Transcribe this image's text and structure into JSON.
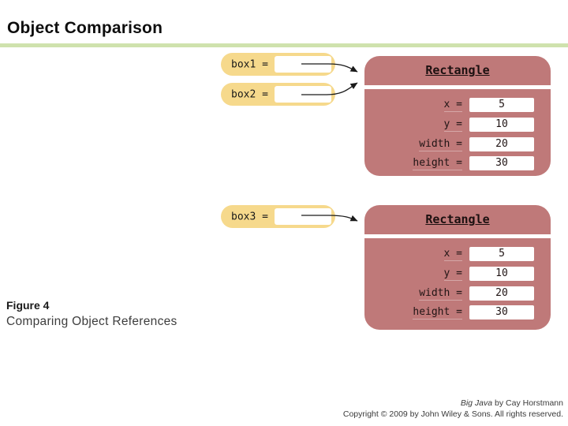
{
  "slide": {
    "title": "Object Comparison"
  },
  "diagram": {
    "references": [
      {
        "label": "box1 =",
        "points_to": "rectangle-1"
      },
      {
        "label": "box2 =",
        "points_to": "rectangle-1"
      },
      {
        "label": "box3 =",
        "points_to": "rectangle-2"
      }
    ],
    "objects": [
      {
        "class_name": "Rectangle",
        "fields": [
          {
            "name": "x =",
            "value": "5"
          },
          {
            "name": "y =",
            "value": "10"
          },
          {
            "name": "width =",
            "value": "20"
          },
          {
            "name": "height =",
            "value": "30"
          }
        ]
      },
      {
        "class_name": "Rectangle",
        "fields": [
          {
            "name": "x =",
            "value": "5"
          },
          {
            "name": "y =",
            "value": "10"
          },
          {
            "name": "width =",
            "value": "20"
          },
          {
            "name": "height =",
            "value": "30"
          }
        ]
      }
    ],
    "colors": {
      "reference_fill": "#f6d98c",
      "object_fill": "#bf7979",
      "title_rule_green": "#cfe2ad",
      "slot_fill": "#ffffff",
      "arrow": "#1a1a1a"
    }
  },
  "caption": {
    "figure_number": "Figure 4",
    "figure_title": "Comparing Object References"
  },
  "footer": {
    "book_title": "Big Java",
    "byline": " by Cay Horstmann",
    "copyright": "Copyright © 2009 by John Wiley & Sons.  All rights reserved."
  }
}
